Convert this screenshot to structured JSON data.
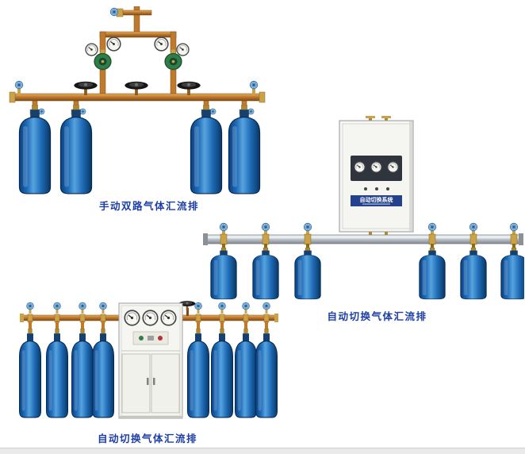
{
  "page": {
    "background": "#ffffff",
    "bottom_strip_color": "#eaeaea"
  },
  "products": {
    "manual_dual": {
      "caption": "手动双路气体汇流排",
      "cylinder_count": 4
    },
    "auto_cabinet": {
      "caption": "自动切换气体汇流排",
      "cabinet_label": "自动切换系统",
      "cylinder_count": 6
    },
    "auto_gauges": {
      "caption": "自动切换气体汇流排",
      "cylinder_count": 8
    }
  },
  "colors": {
    "caption_text": "#1c3ea6",
    "cylinder_blue": "#1f6cb8",
    "pipe_copper": "#bf7a2e",
    "pipe_silver": "#bcc3c9",
    "brass_fitting": "#c9a24a",
    "regulator_green": "#2f7d49",
    "cabinet_body": "#f5f5f2"
  }
}
